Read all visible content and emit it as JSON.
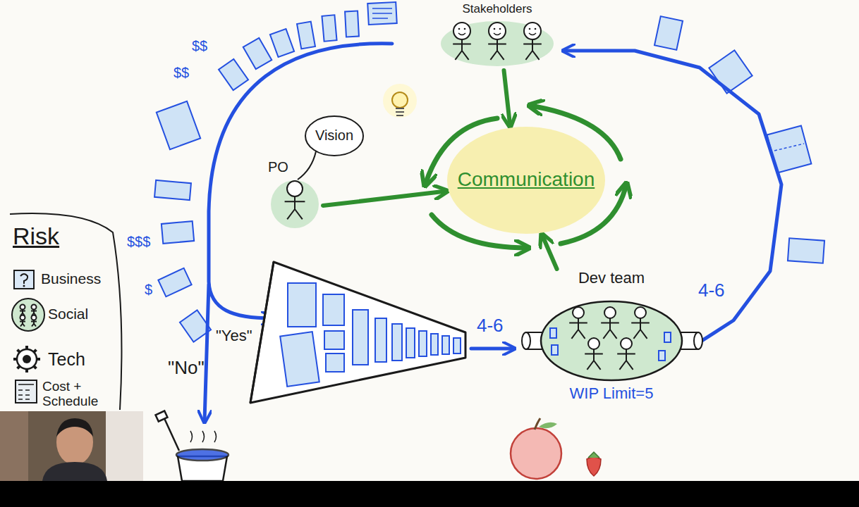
{
  "diagram": {
    "nodes": [
      {
        "text": [
          "Stakeholders"
        ]
      },
      {
        "text": [
          "Vision"
        ]
      },
      {
        "text": [
          "PO"
        ]
      },
      {
        "text": [
          "Communication"
        ]
      },
      {
        "text": [
          "Risk",
          "Business",
          "Social",
          "Tech",
          "Cost + Schedule"
        ]
      },
      {
        "text": [
          "Dev team",
          "WIP Limit=5"
        ]
      }
    ],
    "edges": [
      {
        "from": 2,
        "to": 3,
        "arrow": "to"
      },
      {
        "from": 0,
        "to": 3,
        "arrow": "to"
      },
      {
        "from": 5,
        "to": 3,
        "arrow": "to"
      },
      {
        "from": 5,
        "to": 0,
        "arrow": "to"
      }
    ],
    "labels": [
      "$$",
      "$$",
      "$$$",
      "$",
      "\"Yes\"",
      "\"No\"",
      "4-6",
      "4-6"
    ]
  }
}
